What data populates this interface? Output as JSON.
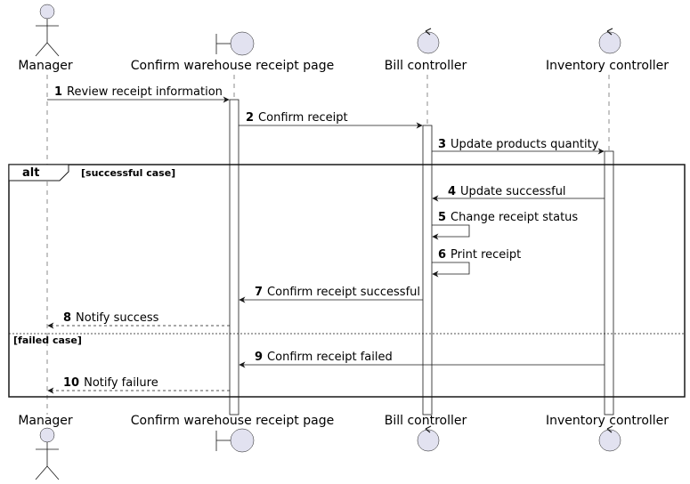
{
  "participants": [
    {
      "id": "manager",
      "label": "Manager",
      "kind": "actor"
    },
    {
      "id": "page",
      "label": "Confirm warehouse receipt page",
      "kind": "boundary"
    },
    {
      "id": "bill",
      "label": "Bill controller",
      "kind": "control"
    },
    {
      "id": "inventory",
      "label": "Inventory controller",
      "kind": "control"
    }
  ],
  "messages": [
    {
      "num": "1",
      "text": "Review receipt information"
    },
    {
      "num": "2",
      "text": "Confirm receipt"
    },
    {
      "num": "3",
      "text": "Update products quantity"
    },
    {
      "num": "4",
      "text": "Update successful"
    },
    {
      "num": "5",
      "text": "Change receipt status"
    },
    {
      "num": "6",
      "text": "Print receipt"
    },
    {
      "num": "7",
      "text": "Confirm receipt successful"
    },
    {
      "num": "8",
      "text": "Notify success"
    },
    {
      "num": "9",
      "text": "Confirm receipt failed"
    },
    {
      "num": "10",
      "text": "Notify failure"
    }
  ],
  "fragment": {
    "keyword": "alt",
    "guard1": "[successful case]",
    "guard2": "[failed case]"
  },
  "colors": {
    "participant_fill": "#E2E2F0",
    "line": "#181818"
  }
}
